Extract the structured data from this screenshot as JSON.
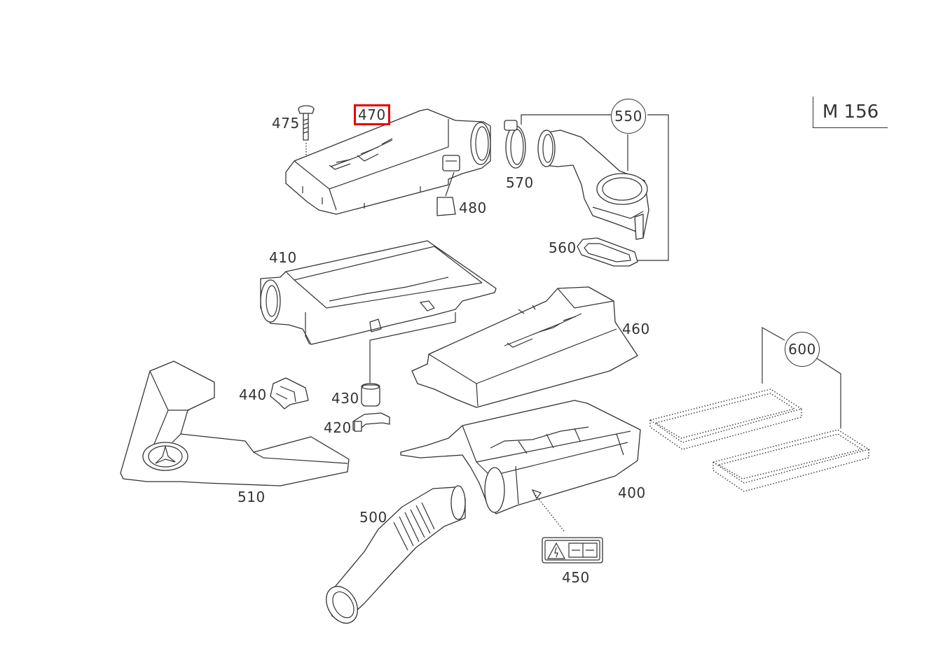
{
  "model": "M 156",
  "highlighted_part": "470",
  "parts": [
    {
      "id": "470",
      "label": "470"
    },
    {
      "id": "475",
      "label": "475"
    },
    {
      "id": "480",
      "label": "480"
    },
    {
      "id": "570",
      "label": "570"
    },
    {
      "id": "550",
      "label": "550"
    },
    {
      "id": "560",
      "label": "560"
    },
    {
      "id": "410",
      "label": "410"
    },
    {
      "id": "460",
      "label": "460"
    },
    {
      "id": "600",
      "label": "600"
    },
    {
      "id": "440",
      "label": "440"
    },
    {
      "id": "430",
      "label": "430"
    },
    {
      "id": "420",
      "label": "420"
    },
    {
      "id": "510",
      "label": "510"
    },
    {
      "id": "400",
      "label": "400"
    },
    {
      "id": "500",
      "label": "500"
    },
    {
      "id": "450",
      "label": "450"
    }
  ]
}
